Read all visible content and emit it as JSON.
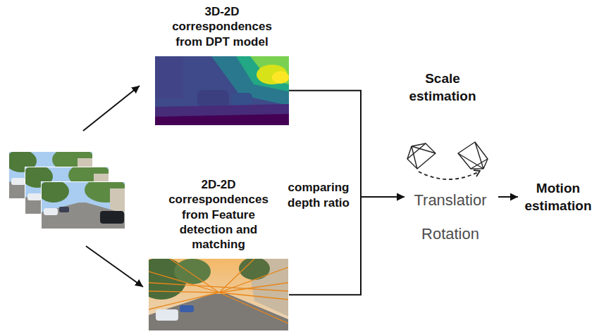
{
  "diagram": {
    "nodes": [
      {
        "text": [
          "3D-2D correspondences from DPT model"
        ]
      },
      {
        "text": [
          "2D-2D correspondences from Feature detection and matching"
        ]
      },
      {
        "text": [
          "Translatior",
          "Rotation"
        ]
      }
    ],
    "edges": [
      {
        "from": 0,
        "to": 2,
        "arrow": "to"
      },
      {
        "from": 1,
        "to": 2,
        "arrow": "to"
      }
    ],
    "labels": [
      "Scale estimation",
      "comparing depth ratio",
      "Motion estimation"
    ]
  }
}
